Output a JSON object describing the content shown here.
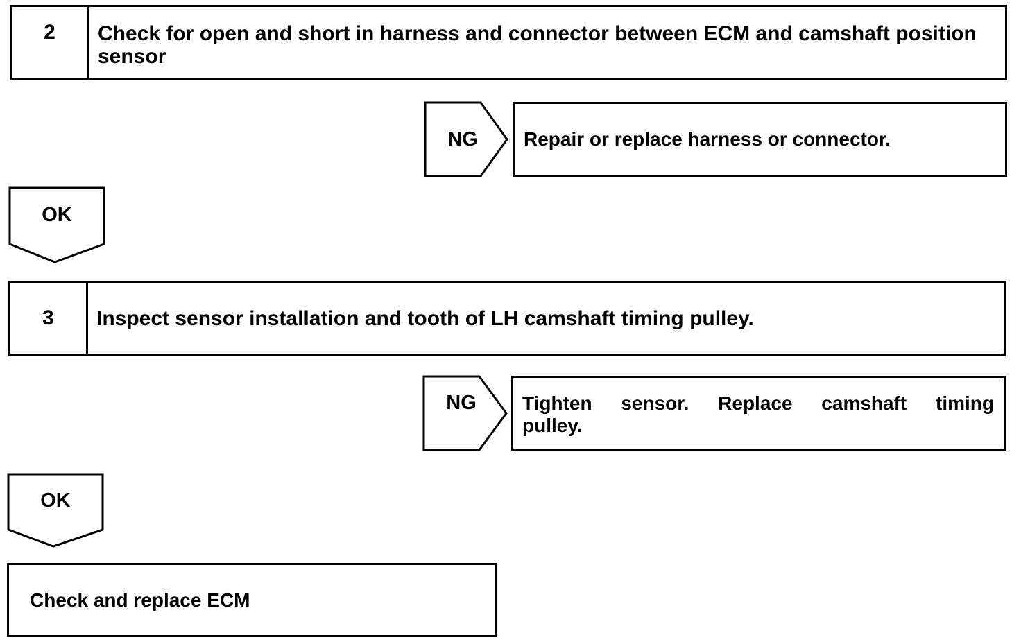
{
  "steps": [
    {
      "number": "2",
      "text": "Check for open and short in harness and connector between ECM and camshaft position sensor"
    },
    {
      "number": "3",
      "text": "Inspect sensor installation and tooth of LH camshaft timing pulley."
    }
  ],
  "branches": {
    "ng1": {
      "label": "NG",
      "result": "Repair or replace harness or connector."
    },
    "ok1": {
      "label": "OK"
    },
    "ng2": {
      "label": "NG",
      "result_line1": "Tighten sensor. Replace camshaft timing",
      "result_line2": "pulley."
    },
    "ok2": {
      "label": "OK"
    }
  },
  "final": {
    "text": "Check and replace ECM"
  }
}
